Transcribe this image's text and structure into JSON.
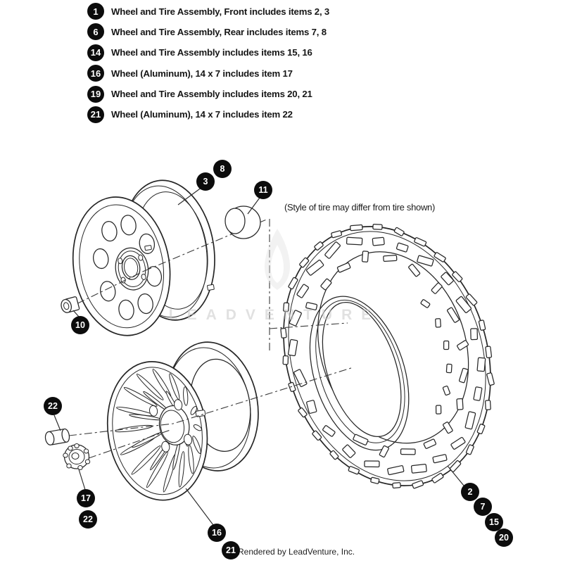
{
  "page": {
    "background": "#ffffff"
  },
  "legend": {
    "items": [
      {
        "num": "1",
        "text": "Wheel and Tire Assembly, Front includes items 2, 3"
      },
      {
        "num": "6",
        "text": "Wheel and Tire Assembly, Rear includes items 7, 8"
      },
      {
        "num": "14",
        "text": "Wheel and Tire Assembly includes items 15, 16"
      },
      {
        "num": "16",
        "text": "Wheel (Aluminum), 14 x 7 includes item 17"
      },
      {
        "num": "19",
        "text": "Wheel and Tire Assembly includes items 20, 21"
      },
      {
        "num": "21",
        "text": "Wheel (Aluminum), 14 x 7 includes item 22"
      }
    ]
  },
  "diagram": {
    "note": "(Style of tire may differ from tire shown)",
    "callouts": [
      {
        "num": "8"
      },
      {
        "num": "3"
      },
      {
        "num": "11"
      },
      {
        "num": "10"
      },
      {
        "num": "22"
      },
      {
        "num": "17"
      },
      {
        "num": "22"
      },
      {
        "num": "16"
      },
      {
        "num": "21"
      },
      {
        "num": "2"
      },
      {
        "num": "7"
      },
      {
        "num": "15"
      },
      {
        "num": "20"
      }
    ]
  },
  "watermark": {
    "text": "LEADVENTURE"
  },
  "footer": {
    "text": "Rendered by LeadVenture, Inc."
  },
  "colors": {
    "line": "#262626",
    "badge": "#0c0c0c",
    "watermark": "#c9c9c9"
  }
}
